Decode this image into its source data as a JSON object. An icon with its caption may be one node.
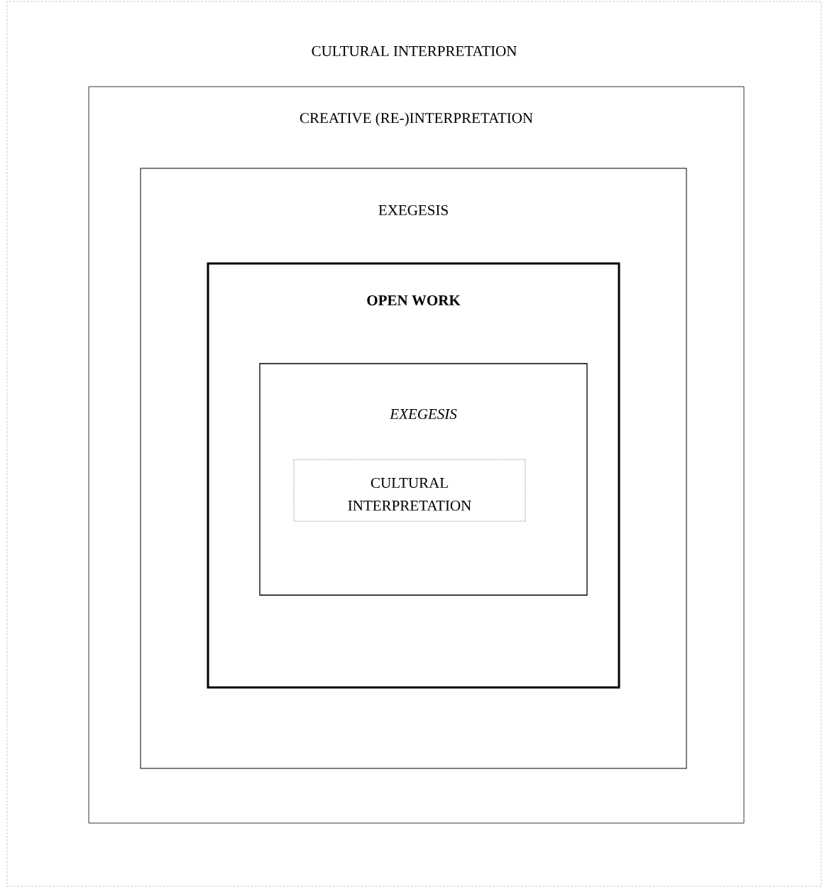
{
  "diagram": {
    "nodes": [
      {
        "text": [
          "CULTURAL INTERPRETATION"
        ]
      },
      {
        "text": [
          "CREATIVE (RE-)INTERPRETATION"
        ],
        "in": 0
      },
      {
        "text": [
          "EXEGESIS"
        ],
        "in": 1
      },
      {
        "text": [
          "OPEN WORK"
        ],
        "in": 2
      },
      {
        "text": [
          "EXEGESIS"
        ],
        "in": 3
      },
      {
        "text": [
          "CULTURAL INTERPRETATION"
        ],
        "in": 4
      }
    ]
  }
}
